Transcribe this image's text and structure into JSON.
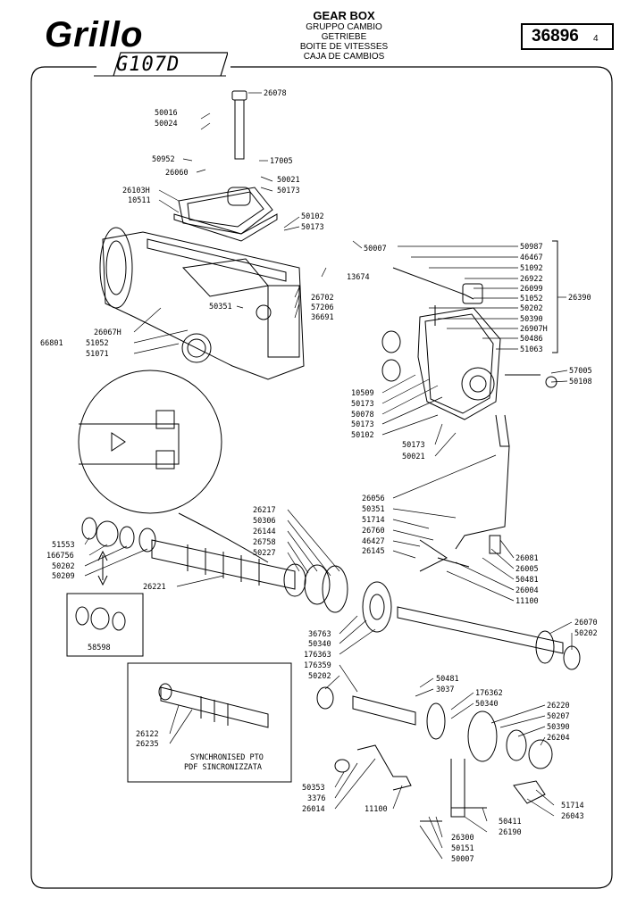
{
  "header": {
    "brand": "Grillo",
    "model": "G107D",
    "titles": [
      "GEAR BOX",
      "GRUPPO CAMBIO",
      "GETRIEBE",
      "BOITE DE VITESSES",
      "CAJA DE CAMBIOS"
    ],
    "code": "36896",
    "code_sub": "4"
  },
  "labels": {
    "p26078": "26078",
    "p50016": "50016",
    "p50024": "50024",
    "p50952": "50952",
    "p26060": "26060",
    "p17005": "17005",
    "p50021a": "50021",
    "p50173a": "50173",
    "p26103H": "26103H",
    "p10511": "10511",
    "p50102a": "50102",
    "p50173b": "50173",
    "p50007a": "50007",
    "p13674": "13674",
    "p26702": "26702",
    "p57206": "57206",
    "p36691": "36691",
    "p50351a": "50351",
    "p26067H": "26067H",
    "p66801": "66801",
    "p51052a": "51052",
    "p51071": "51071",
    "p50987": "50987",
    "p46467": "46467",
    "p51092": "51092",
    "p26922": "26922",
    "p26099": "26099",
    "p51052b": "51052",
    "p50202a": "50202",
    "p50390a": "50390",
    "p26907H": "26907H",
    "p50486": "50486",
    "p51063": "51063",
    "p26390": "26390",
    "p57005": "57005",
    "p50108": "50108",
    "p10509": "10509",
    "p50173c": "50173",
    "p50078": "50078",
    "p50173d": "50173",
    "p50102b": "50102",
    "p50173e": "50173",
    "p50021b": "50021",
    "p26056": "26056",
    "p50351b": "50351",
    "p51714a": "51714",
    "p26760": "26760",
    "p46427": "46427",
    "p26145": "26145",
    "p26081": "26081",
    "p26005": "26005",
    "p50481a": "50481",
    "p26004": "26004",
    "p11100a": "11100",
    "p26217": "26217",
    "p50306": "50306",
    "p26144": "26144",
    "p26758": "26758",
    "p50227": "50227",
    "p51553": "51553",
    "p166756": "166756",
    "p50202b": "50202",
    "p50209": "50209",
    "p26221": "26221",
    "p58598": "58598",
    "p36763": "36763",
    "p50340a": "50340",
    "p176363": "176363",
    "p176359": "176359",
    "p50202c": "50202",
    "p26070": "26070",
    "p50202d": "50202",
    "p50481b": "50481",
    "p3037": "3037",
    "p176362": "176362",
    "p50340b": "50340",
    "p26220": "26220",
    "p50207": "50207",
    "p50390b": "50390",
    "p26204": "26204",
    "p26122": "26122",
    "p26235": "26235",
    "pto1": "SYNCHRONISED PTO",
    "pto2": "PDF SINCRONIZZATA",
    "p50353": "50353",
    "p3376": "3376",
    "p26014": "26014",
    "p11100b": "11100",
    "p50411": "50411",
    "p26190": "26190",
    "p26300": "26300",
    "p50151": "50151",
    "p50007b": "50007",
    "p51714b": "51714",
    "p26043": "26043"
  }
}
